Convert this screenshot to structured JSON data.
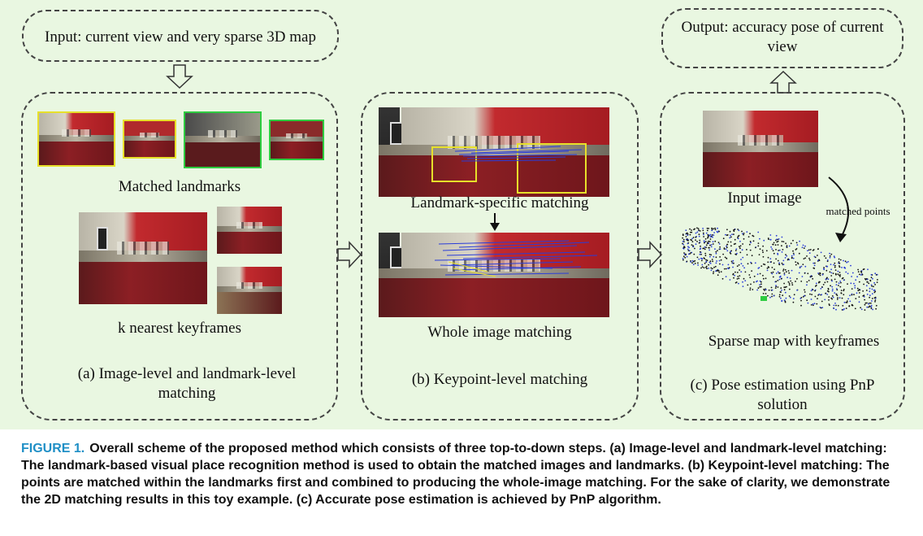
{
  "input_box": {
    "text": "Input: current view and very sparse 3D map"
  },
  "output_box": {
    "text": "Output: accuracy pose of current view"
  },
  "panel_a": {
    "matched_landmarks": "Matched landmarks",
    "k_nearest": "k nearest keyframes",
    "title": "(a) Image-level and landmark-level matching"
  },
  "panel_b": {
    "landmark_specific": "Landmark-specific matching",
    "whole_image": "Whole image matching",
    "title": "(b) Keypoint-level matching"
  },
  "panel_c": {
    "input_image": "Input image",
    "matched_points": "matched points",
    "sparse_map": "Sparse map with keyframes",
    "title": "(c) Pose estimation using PnP solution"
  },
  "caption": {
    "label": "FIGURE 1.",
    "text": "Overall scheme of the proposed method which consists of three top-to-down steps. (a) Image-level and landmark-level matching: The landmark-based visual place recognition method is used to obtain the matched images and landmarks. (b) Keypoint-level matching: The points are matched within the landmarks first and combined to producing the whole-image matching. For the sake of clarity, we demonstrate the 2D matching results in this toy example. (c) Accurate pose estimation is achieved by PnP algorithm."
  },
  "colors": {
    "background": "#e9f7e1",
    "caption_label": "#1f8fc6",
    "match_lines": "#2a3dd8",
    "landmark_box": "#e7e02a",
    "keyframe_border": "#2ecc40"
  }
}
